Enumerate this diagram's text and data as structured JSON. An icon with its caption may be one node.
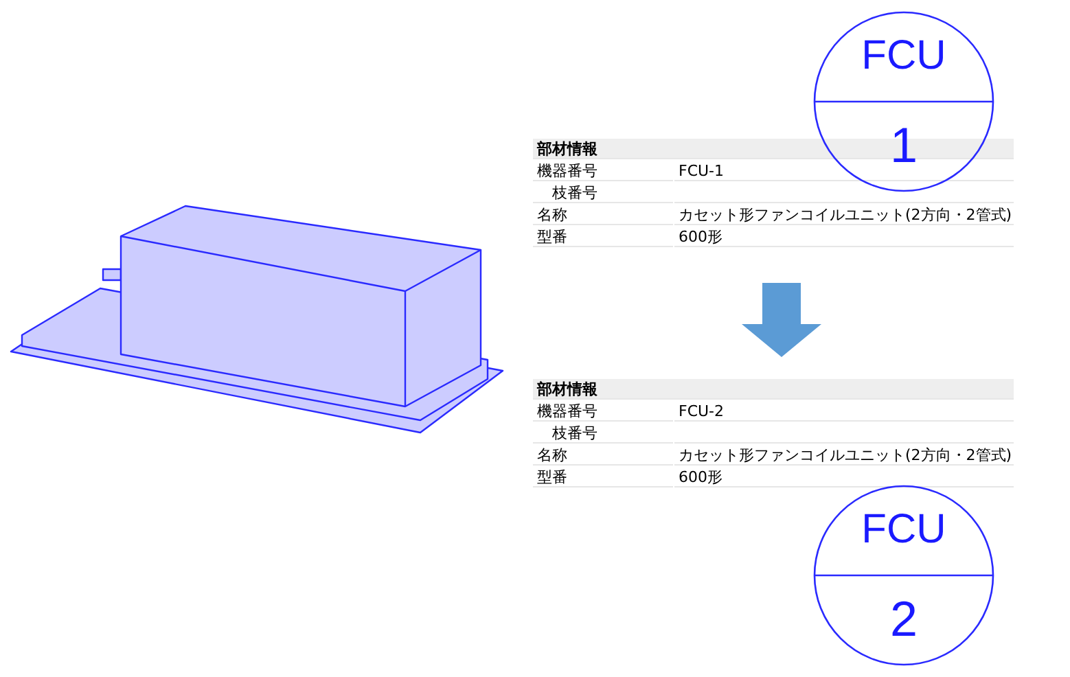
{
  "diagram": {
    "nodes": [
      {
        "text": [
          "FCU",
          "1"
        ]
      },
      {
        "text": [
          "部材情報",
          "機器番号",
          "FCU-1",
          "枝番号",
          "名称",
          "カセット形ファンコイルユニット(2方向・2管式)",
          "型番",
          "600形"
        ]
      },
      {
        "text": [
          "部材情報",
          "機器番号",
          "FCU-2",
          "枝番号",
          "名称",
          "カセット形ファンコイルユニット(2方向・2管式)",
          "型番",
          "600形"
        ]
      },
      {
        "text": [
          "FCU",
          "2"
        ]
      }
    ],
    "edges": [
      {
        "from": 1,
        "to": 2,
        "arrow": "to"
      }
    ]
  }
}
